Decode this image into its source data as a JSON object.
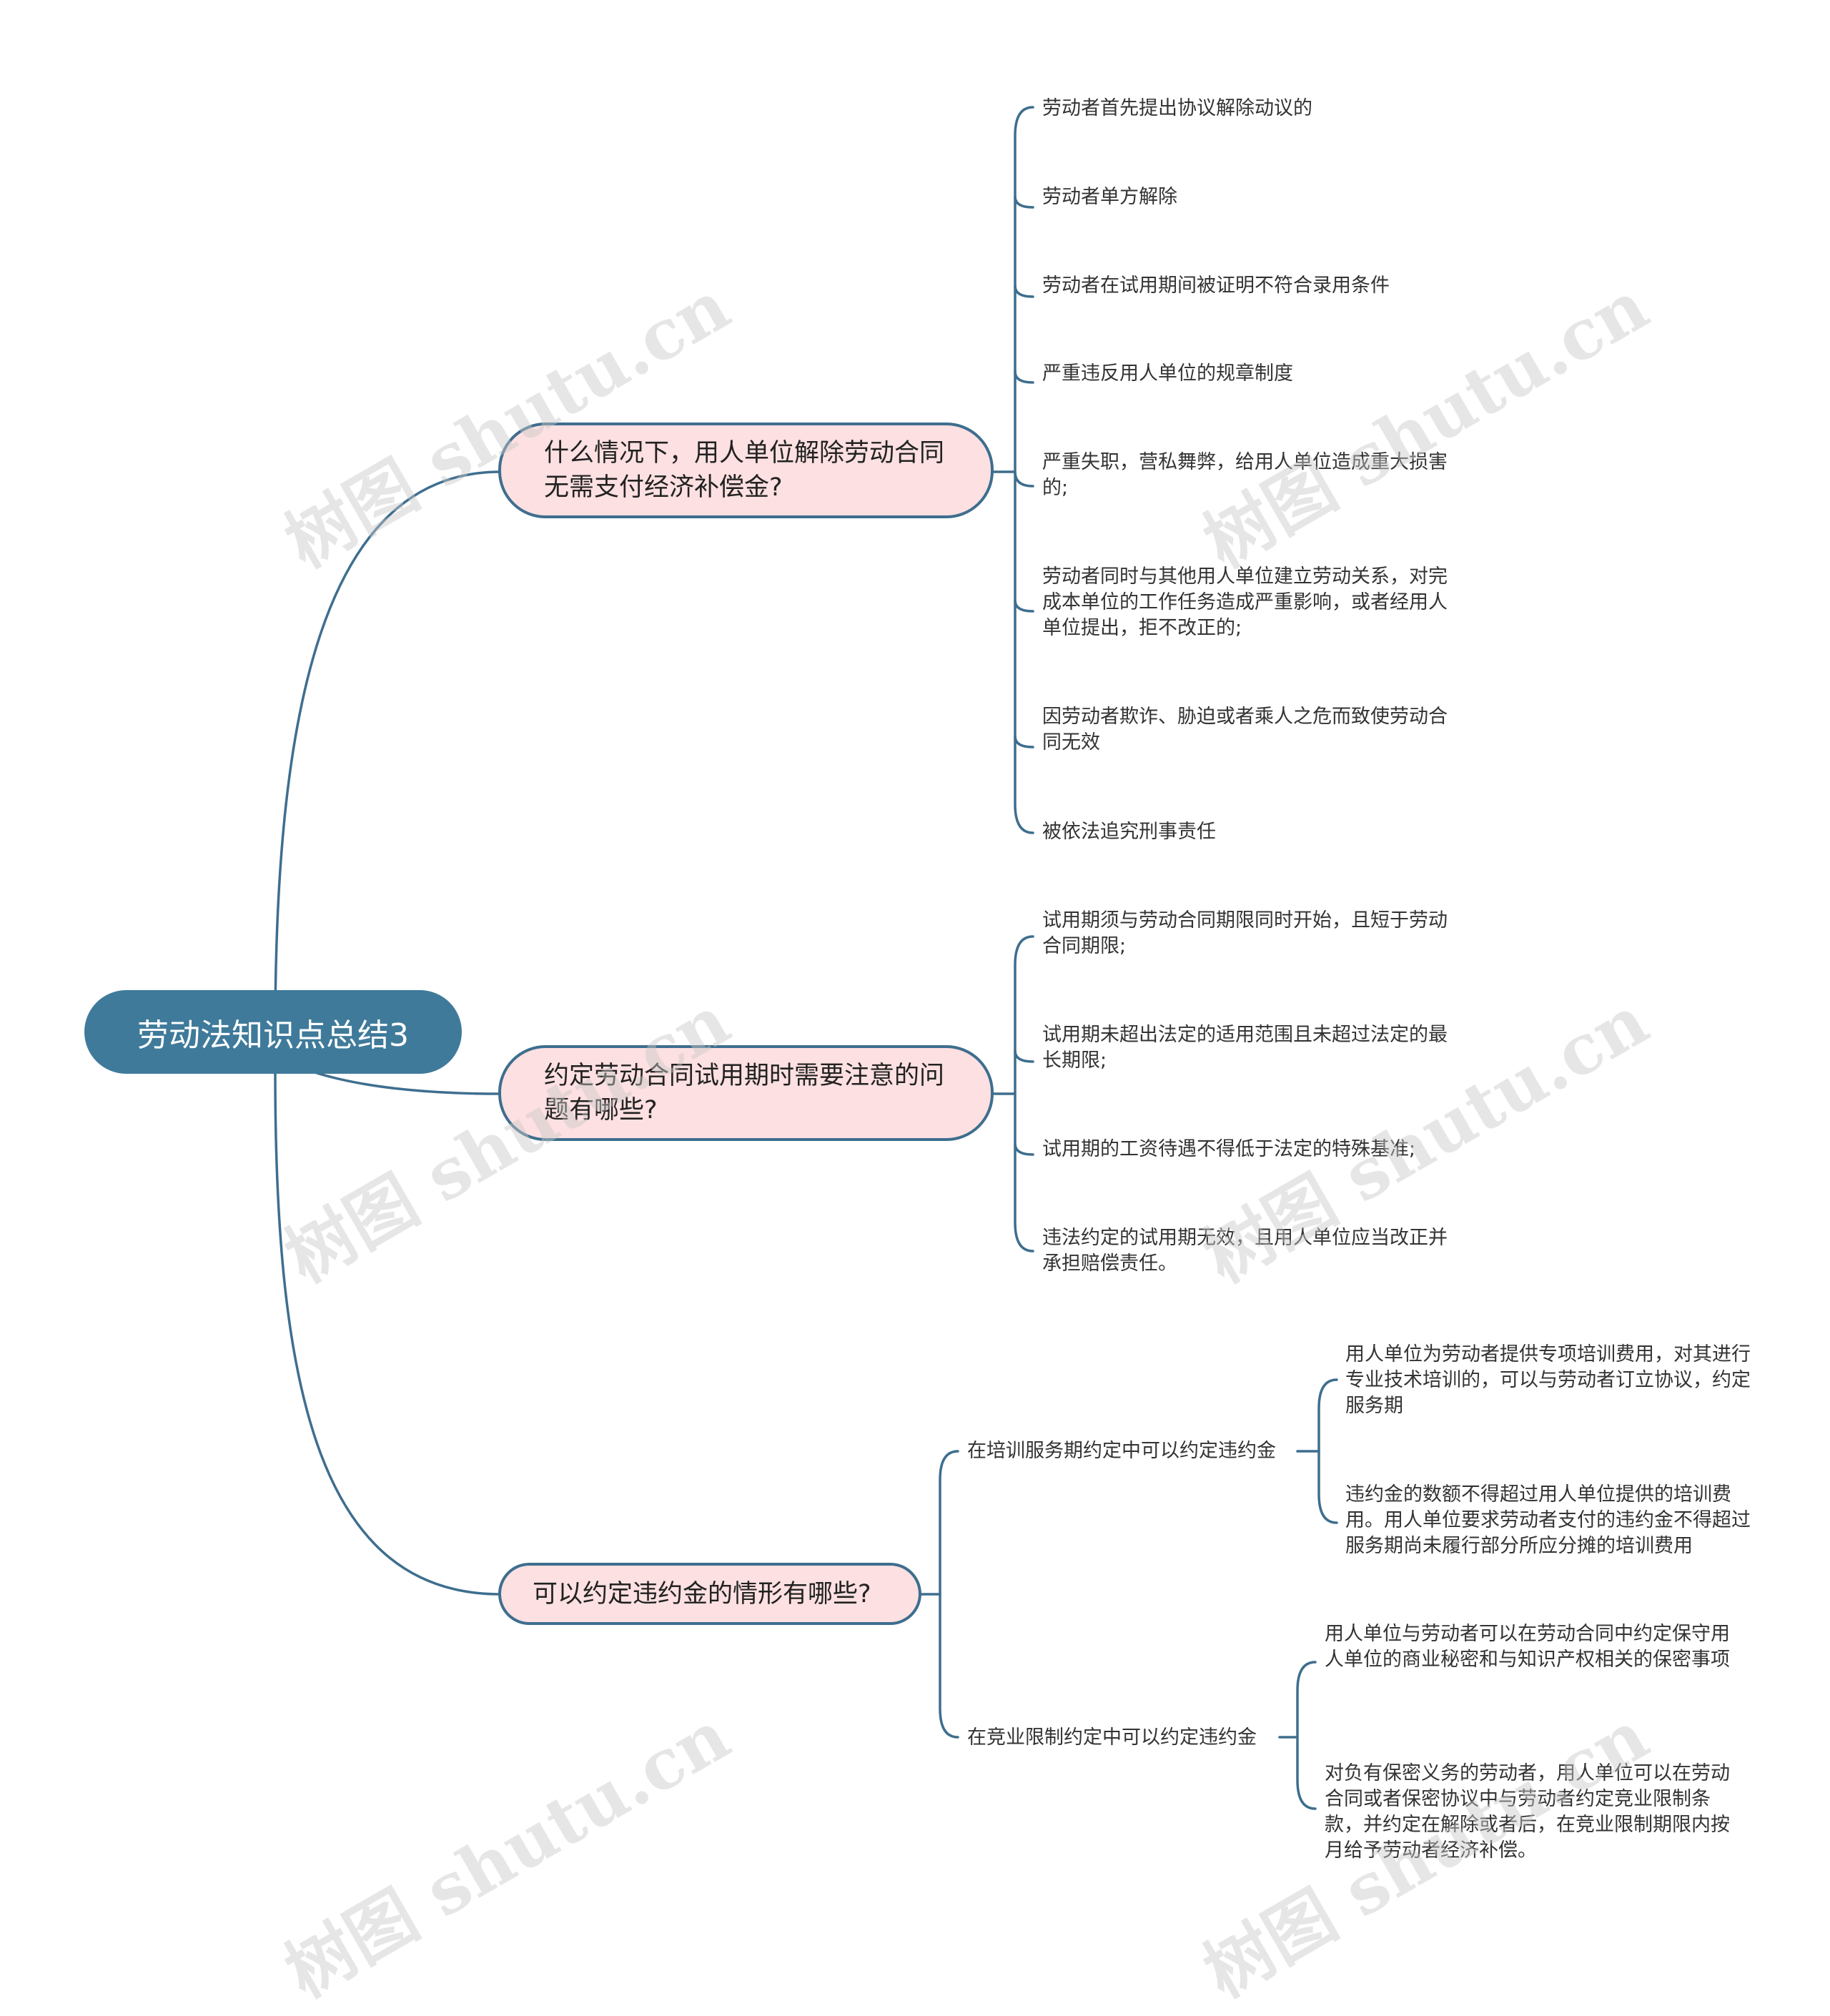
{
  "root": {
    "label": "劳动法知识点总结3"
  },
  "branches": [
    {
      "label": "什么情况下，用人单位解除劳动合同无需支付经济补偿金?",
      "items": [
        "劳动者首先提出协议解除动议的",
        "劳动者单方解除",
        "劳动者在试用期间被证明不符合录用条件",
        "严重违反用人单位的规章制度",
        "严重失职，营私舞弊，给用人单位造成重大损害的;",
        "劳动者同时与其他用人单位建立劳动关系，对完成本单位的工作任务造成严重影响，或者经用人单位提出，拒不改正的;",
        "因劳动者欺诈、胁迫或者乘人之危而致使劳动合同无效",
        "被依法追究刑事责任"
      ]
    },
    {
      "label": "约定劳动合同试用期时需要注意的问题有哪些?",
      "items": [
        "试用期须与劳动合同期限同时开始，且短于劳动合同期限;",
        "试用期未超出法定的适用范围且未超过法定的最长期限;",
        "试用期的工资待遇不得低于法定的特殊基准;",
        "违法约定的试用期无效，且用人单位应当改正并承担赔偿责任。"
      ]
    },
    {
      "label": "可以约定违约金的情形有哪些?",
      "subs": [
        {
          "label": "在培训服务期约定中可以约定违约金",
          "items": [
            "用人单位为劳动者提供专项培训费用，对其进行专业技术培训的，可以与劳动者订立协议，约定服务期",
            "违约金的数额不得超过用人单位提供的培训费用。用人单位要求劳动者支付的违约金不得超过服务期尚未履行部分所应分摊的培训费用"
          ]
        },
        {
          "label": "在竞业限制约定中可以约定违约金",
          "items": [
            "用人单位与劳动者可以在劳动合同中约定保守用人单位的商业秘密和与知识产权相关的保密事项",
            "对负有保密义务的劳动者，用人单位可以在劳动合同或者保密协议中与劳动者约定竞业限制条款，并约定在解除或者后，在竞业限制期限内按月给予劳动者经济补偿。"
          ]
        }
      ]
    }
  ],
  "watermark": "树图 shutu.cn",
  "colors": {
    "line": "#3e6e8e",
    "root_fill": "#3f7a9a",
    "branch_fill": "#fde0e1",
    "branch_border": "#3e6e8e"
  }
}
